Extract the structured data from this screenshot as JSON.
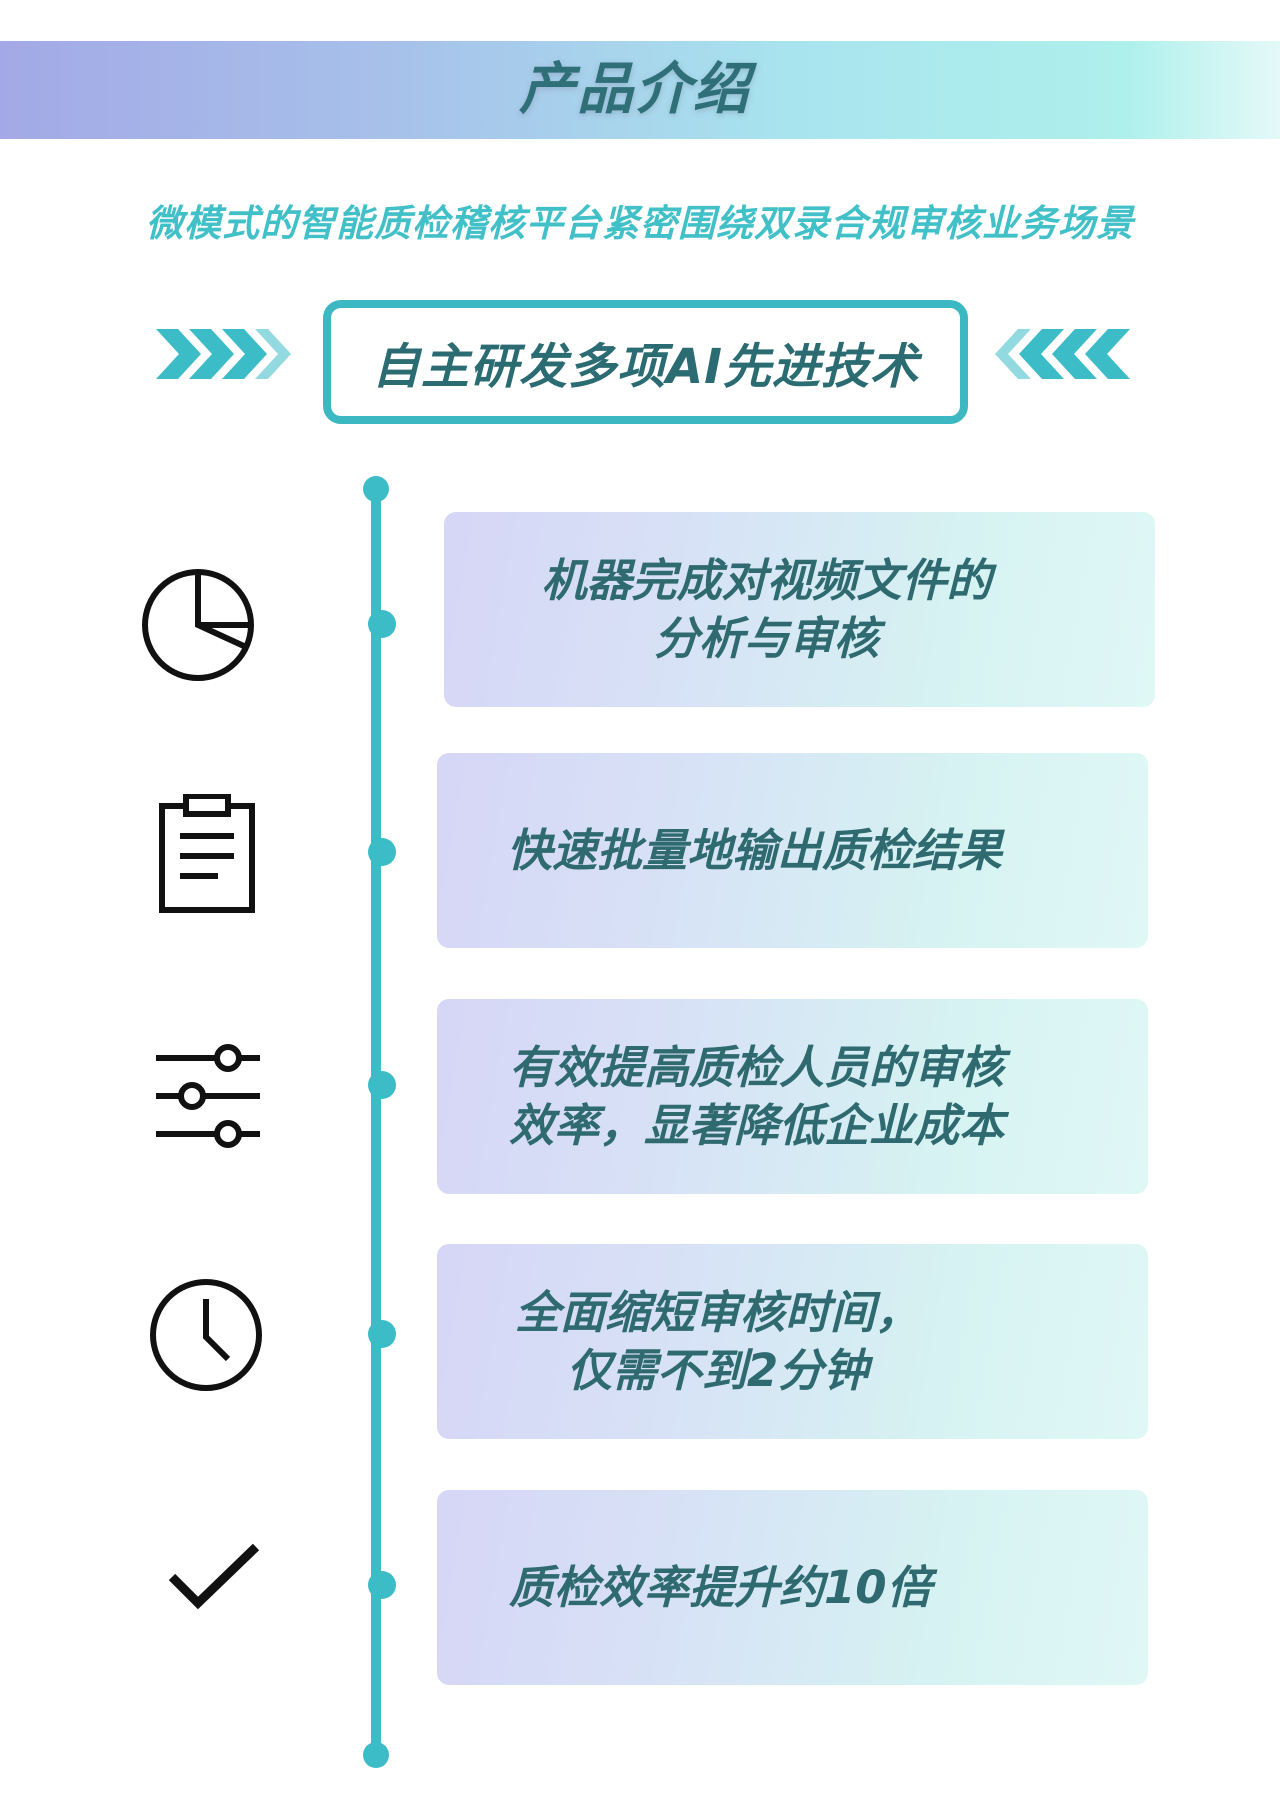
{
  "header": {
    "title": "产品介绍"
  },
  "subtitle": "微模式的智能质检稽核平台紧密围绕双录合规审核业务场景",
  "highlight": {
    "text": "自主研发多项AI先进技术"
  },
  "features": [
    {
      "icon": "pie-chart-icon",
      "text": "机器完成对视频文件的\n分析与审核"
    },
    {
      "icon": "clipboard-icon",
      "text": "快速批量地输出质检结果"
    },
    {
      "icon": "sliders-icon",
      "text": "有效提高质检人员的审核\n效率，显著降低企业成本"
    },
    {
      "icon": "clock-icon",
      "text": "全面缩短审核时间，\n仅需不到2分钟"
    },
    {
      "icon": "check-icon",
      "text": "质检效率提升约10倍"
    }
  ],
  "colors": {
    "accent": "#3bbcc6",
    "text_dark": "#2f6a70",
    "subtitle": "#41c0c8"
  }
}
